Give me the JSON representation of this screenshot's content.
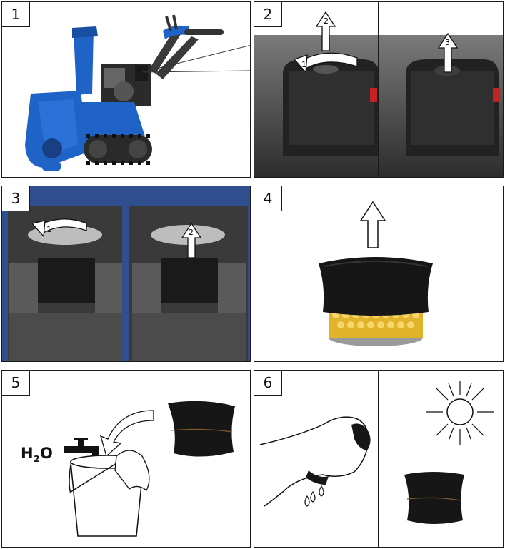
{
  "steps": [
    "1",
    "2",
    "3",
    "4",
    "5",
    "6"
  ],
  "arrow_numbers": {
    "p2_rotate": "1",
    "p2_lift": "2",
    "p2_remove": "3",
    "p3_rotate": "1",
    "p3_lift": "2"
  },
  "water_label": {
    "main": "H",
    "sub": "2",
    "tail": "O"
  },
  "colors": {
    "machine_blue": "#1f63c6",
    "engine_black": "#2a2a2a",
    "foam_black": "#161616",
    "filter_yellow": "#f3bf27",
    "border": "#1a1a1a"
  },
  "icons": [
    "sun-icon",
    "faucet-icon",
    "bucket-icon",
    "hand-icon",
    "water-drop-icon",
    "up-arrow-icon",
    "rotate-arrow-icon",
    "curved-arrow-icon",
    "cloth-icon"
  ]
}
